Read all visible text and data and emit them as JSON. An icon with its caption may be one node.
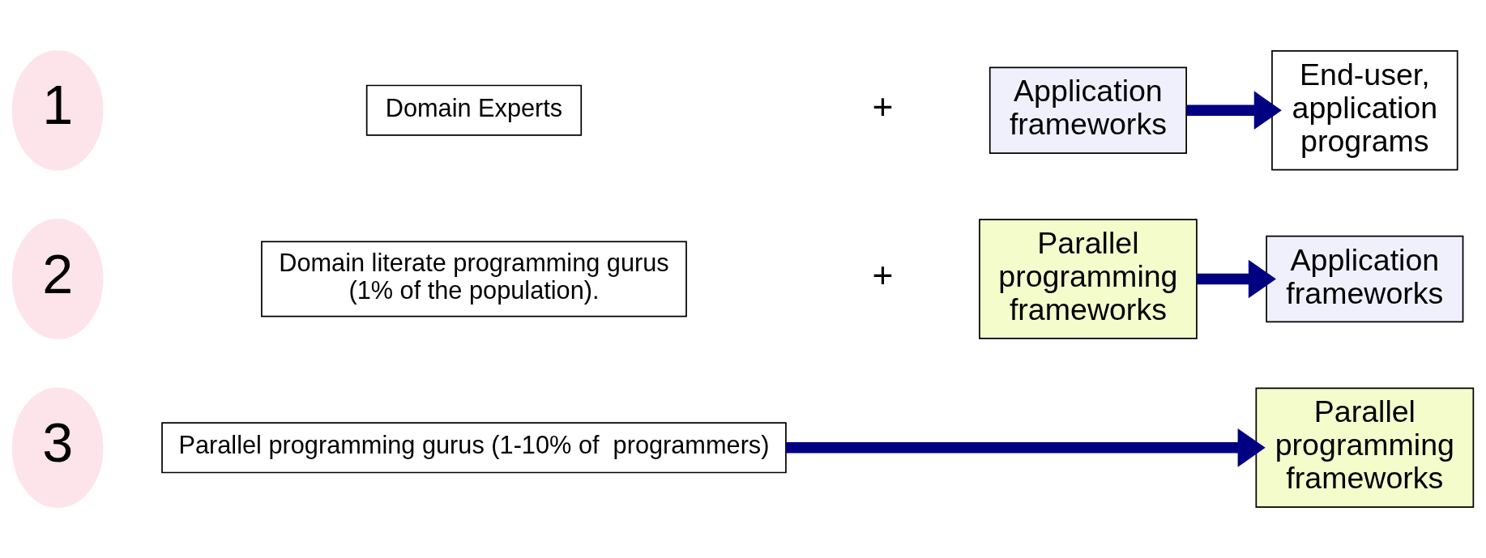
{
  "diagram": {
    "nodes": [
      {
        "text": [
          "1"
        ]
      },
      {
        "text": [
          "Domain Experts"
        ]
      },
      {
        "text": [
          "Application frameworks"
        ]
      },
      {
        "text": [
          "End-user, application programs"
        ]
      },
      {
        "text": [
          "2"
        ]
      },
      {
        "text": [
          "Domain literate programming gurus (1% of the population)."
        ]
      },
      {
        "text": [
          "Parallel programming frameworks"
        ]
      },
      {
        "text": [
          "Application frameworks"
        ]
      },
      {
        "text": [
          "3"
        ]
      },
      {
        "text": [
          "Parallel programming gurus (1-10% of  programmers)"
        ]
      },
      {
        "text": [
          "Parallel programming frameworks"
        ]
      }
    ],
    "edges": [
      {
        "from": 2,
        "to": 3,
        "arrow": "to"
      },
      {
        "from": 6,
        "to": 7,
        "arrow": "to"
      },
      {
        "from": 9,
        "to": 10,
        "arrow": "to"
      }
    ],
    "labels": [
      "+",
      "+"
    ]
  }
}
